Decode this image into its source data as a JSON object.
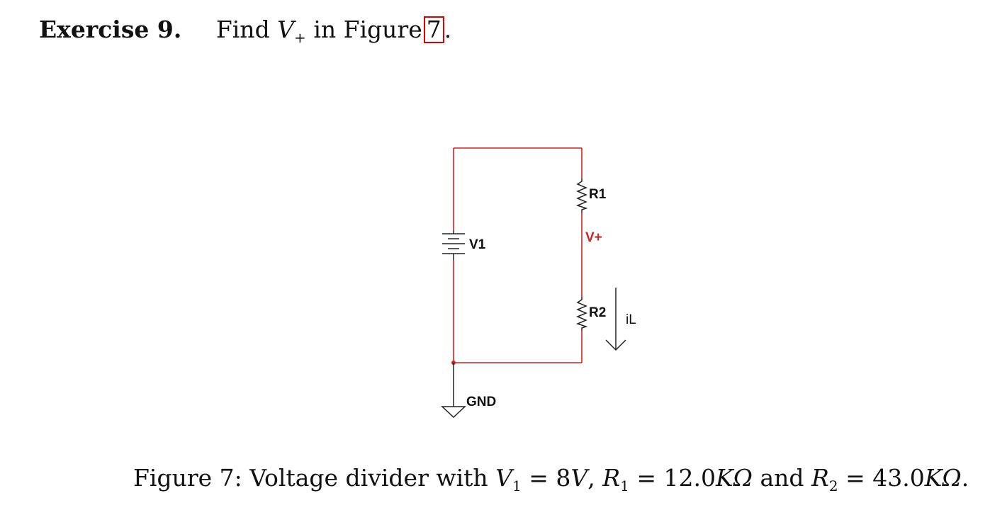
{
  "exercise": {
    "label": "Exercise 9.",
    "text_find": "Find",
    "v_plus_base": "V",
    "v_plus_sub": "+",
    "text_in_figure": "in Figure",
    "figure_ref": "7",
    "period": "."
  },
  "circuit": {
    "wire_color": "#d42020",
    "labels": {
      "v1": "V1",
      "r1": "R1",
      "r2": "R2",
      "v_plus": "V+",
      "il": "iL",
      "gnd": "GND"
    }
  },
  "caption": {
    "prefix": "Figure 7:",
    "text": "Voltage divider with",
    "v1_base": "V",
    "v1_sub": "1",
    "v1_eq": "= 8",
    "v1_unit": "V",
    "comma": ",",
    "r1_base": "R",
    "r1_sub": "1",
    "r1_eq": "= 12.0",
    "r1_unit": "KΩ",
    "and": "and",
    "r2_base": "R",
    "r2_sub": "2",
    "r2_eq": "= 43.0",
    "r2_unit": "KΩ",
    "period": "."
  }
}
